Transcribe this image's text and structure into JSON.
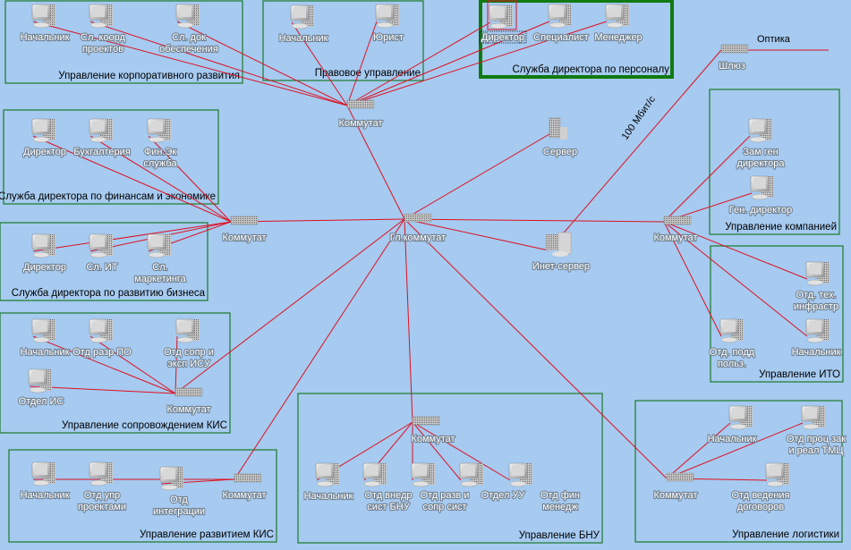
{
  "colors": {
    "background": "#a6caf0",
    "link": "#e0101e",
    "group_border": "#1a7a2a"
  },
  "core": [
    {
      "id": "sw_top",
      "type": "switch",
      "label": [
        "Коммутат"
      ]
    },
    {
      "id": "sw_main",
      "type": "switch",
      "label": [
        "Гл.коммутат"
      ]
    },
    {
      "id": "sw_left",
      "type": "switch",
      "label": [
        "Коммутат"
      ]
    },
    {
      "id": "sw_right",
      "type": "switch",
      "label": [
        "Коммутат"
      ]
    },
    {
      "id": "server",
      "type": "server",
      "label": [
        "Сервер"
      ]
    },
    {
      "id": "inet",
      "type": "inetserver",
      "label": [
        "Инет-сервер"
      ]
    },
    {
      "id": "gw",
      "type": "switch",
      "label": [
        "Шлюз"
      ]
    }
  ],
  "annotations": {
    "optics": "Оптика",
    "bandwidth": "100 Мбит/с"
  },
  "groups": [
    {
      "id": "g1",
      "label": "Управление корпоративного развития",
      "nodes": [
        {
          "id": "g1a",
          "type": "pc",
          "label": [
            "Начальник"
          ]
        },
        {
          "id": "g1b",
          "type": "pc",
          "label": [
            "Сл. коорд",
            "проектов"
          ]
        },
        {
          "id": "g1c",
          "type": "pc",
          "label": [
            "Сл. док",
            "обеспечения"
          ]
        }
      ]
    },
    {
      "id": "g2",
      "label": "Правовое управление",
      "nodes": [
        {
          "id": "g2a",
          "type": "pc",
          "label": [
            "Начальник"
          ]
        },
        {
          "id": "g2b",
          "type": "pc",
          "label": [
            "Юрист"
          ]
        }
      ]
    },
    {
      "id": "g3",
      "label": "Служба директора по персоналу",
      "selected": true,
      "nodes": [
        {
          "id": "g3a",
          "type": "pc",
          "label": [
            "Директор"
          ],
          "selected": true
        },
        {
          "id": "g3b",
          "type": "pc",
          "label": [
            "Специалист"
          ]
        },
        {
          "id": "g3c",
          "type": "pc",
          "label": [
            "Менеджер"
          ]
        }
      ]
    },
    {
      "id": "g4",
      "label": "Служба директора по финансам и экономике",
      "nodes": [
        {
          "id": "g4a",
          "type": "pc",
          "label": [
            "Директор"
          ]
        },
        {
          "id": "g4b",
          "type": "pc",
          "label": [
            "Бухгалтерия"
          ]
        },
        {
          "id": "g4c",
          "type": "pc",
          "label": [
            "Фин.Эк",
            "служба"
          ]
        }
      ]
    },
    {
      "id": "g5",
      "label": "Служба директора по развитию бизнеса",
      "nodes": [
        {
          "id": "g5a",
          "type": "pc",
          "label": [
            "Директор"
          ]
        },
        {
          "id": "g5b",
          "type": "pc",
          "label": [
            "Сл. ИТ"
          ]
        },
        {
          "id": "g5c",
          "type": "pc",
          "label": [
            "Сл.",
            "маркетинга"
          ]
        }
      ]
    },
    {
      "id": "g6",
      "label": "Управление сопровождением КИС",
      "nodes": [
        {
          "id": "g6a",
          "type": "pc",
          "label": [
            "Начальник"
          ]
        },
        {
          "id": "g6b",
          "type": "pc",
          "label": [
            "Отд разр ПО"
          ]
        },
        {
          "id": "g6c",
          "type": "pc",
          "label": [
            "Отд сопр и",
            "эксп ИСУ"
          ]
        },
        {
          "id": "g6d",
          "type": "pc",
          "label": [
            "Отдел ИС"
          ]
        },
        {
          "id": "g6s",
          "type": "switch",
          "label": [
            "Коммутат"
          ]
        }
      ]
    },
    {
      "id": "g7",
      "label": "Управление развитием КИС",
      "nodes": [
        {
          "id": "g7a",
          "type": "pc",
          "label": [
            "Начальник"
          ]
        },
        {
          "id": "g7b",
          "type": "pc",
          "label": [
            "Отд упр",
            "проектами"
          ]
        },
        {
          "id": "g7c",
          "type": "pc",
          "label": [
            "Отд",
            "интеграции"
          ]
        },
        {
          "id": "g7s",
          "type": "switch",
          "label": [
            "Коммутат"
          ]
        }
      ]
    },
    {
      "id": "g8",
      "label": "Управление БНУ",
      "nodes": [
        {
          "id": "g8s",
          "type": "switch",
          "label": [
            "Коммутат"
          ]
        },
        {
          "id": "g8a",
          "type": "pc",
          "label": [
            "Начальник"
          ]
        },
        {
          "id": "g8b",
          "type": "pc",
          "label": [
            "Отд внедр",
            "сист БНУ"
          ]
        },
        {
          "id": "g8c",
          "type": "pc",
          "label": [
            "Отд разв и",
            "сопр сист"
          ]
        },
        {
          "id": "g8d",
          "type": "pc",
          "label": [
            "Отдел УУ"
          ]
        },
        {
          "id": "g8e",
          "type": "pc",
          "label": [
            "Отд фин",
            "менедж"
          ]
        }
      ]
    },
    {
      "id": "g9",
      "label": "Управление логистики",
      "nodes": [
        {
          "id": "g9s",
          "type": "switch",
          "label": [
            "Коммутат"
          ]
        },
        {
          "id": "g9a",
          "type": "pc",
          "label": [
            "Начальник"
          ]
        },
        {
          "id": "g9b",
          "type": "pc",
          "label": [
            "Отд проц зак",
            "и реал ТМЦ"
          ]
        },
        {
          "id": "g9c",
          "type": "pc",
          "label": [
            "Отд ведения",
            "договоров"
          ]
        }
      ]
    },
    {
      "id": "g10",
      "label": "Управление компанией",
      "nodes": [
        {
          "id": "g10a",
          "type": "pc",
          "label": [
            "Зам ген",
            "директора"
          ]
        },
        {
          "id": "g10b",
          "type": "pc",
          "label": [
            "Ген. директор"
          ]
        }
      ]
    },
    {
      "id": "g11",
      "label": "Управление ИТО",
      "nodes": [
        {
          "id": "g11a",
          "type": "pc",
          "label": [
            "Отд. тех.",
            "инфрастр"
          ]
        },
        {
          "id": "g11b",
          "type": "pc",
          "label": [
            "Начальник"
          ]
        },
        {
          "id": "g11c",
          "type": "pc",
          "label": [
            "Отд. подд",
            "польз."
          ]
        }
      ]
    }
  ],
  "links": [
    [
      "g1a",
      "sw_top"
    ],
    [
      "g1b",
      "sw_top"
    ],
    [
      "g1c",
      "sw_top"
    ],
    [
      "g2a",
      "sw_top"
    ],
    [
      "g2b",
      "sw_top"
    ],
    [
      "g3a",
      "sw_top"
    ],
    [
      "g3b",
      "sw_top"
    ],
    [
      "g3c",
      "sw_top"
    ],
    [
      "sw_top",
      "sw_main"
    ],
    [
      "g4a",
      "sw_left"
    ],
    [
      "g4b",
      "sw_left"
    ],
    [
      "g4c",
      "sw_left"
    ],
    [
      "g5a",
      "sw_left"
    ],
    [
      "g5b",
      "sw_left"
    ],
    [
      "g5c",
      "sw_left"
    ],
    [
      "sw_left",
      "sw_main"
    ],
    [
      "sw_main",
      "sw_right"
    ],
    [
      "sw_main",
      "server"
    ],
    [
      "sw_main",
      "inet"
    ],
    [
      "inet",
      "gw"
    ],
    [
      "sw_main",
      "g6s"
    ],
    [
      "sw_main",
      "g7s"
    ],
    [
      "sw_main",
      "g8s"
    ],
    [
      "sw_main",
      "g9s"
    ],
    [
      "g6a",
      "g6s"
    ],
    [
      "g6b",
      "g6s"
    ],
    [
      "g6c",
      "g6s"
    ],
    [
      "g6d",
      "g6s"
    ],
    [
      "g7a",
      "g7s"
    ],
    [
      "g7b",
      "g7s"
    ],
    [
      "g7c",
      "g7s"
    ],
    [
      "g8a",
      "g8s"
    ],
    [
      "g8b",
      "g8s"
    ],
    [
      "g8c",
      "g8s"
    ],
    [
      "g8d",
      "g8s"
    ],
    [
      "g8e",
      "g8s"
    ],
    [
      "g9a",
      "g9s"
    ],
    [
      "g9b",
      "g9s"
    ],
    [
      "g9c",
      "g9s"
    ],
    [
      "g10a",
      "sw_right"
    ],
    [
      "g10b",
      "sw_right"
    ],
    [
      "g11a",
      "sw_right"
    ],
    [
      "g11b",
      "sw_right"
    ],
    [
      "g11c",
      "sw_right"
    ]
  ]
}
